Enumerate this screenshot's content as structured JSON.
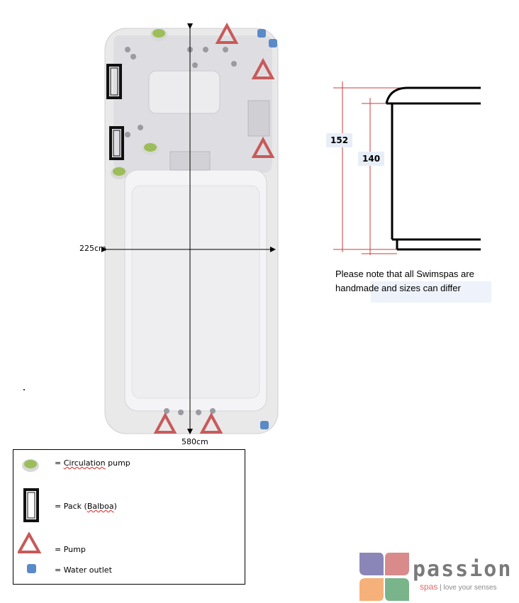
{
  "dimensions": {
    "width": "225cm",
    "length": "580cm"
  },
  "side_profile": {
    "outer_height": "152",
    "inner_height": "140"
  },
  "note": {
    "line1": "Please note that all Swimspas are",
    "line2": "handmade and sizes can differ"
  },
  "legend": {
    "circulation_pump": {
      "prefix": "= ",
      "label": "Circulation",
      "suffix": " pump"
    },
    "pack": {
      "prefix": "= Pack (",
      "label": "Balboa",
      "suffix": ")"
    },
    "pump": "= Pump",
    "water_outlet": "= Water outlet"
  },
  "logo": {
    "name": "passion",
    "sub": "spas",
    "tagline": "love your senses"
  },
  "colors": {
    "circulation_pump": "#9cbe5a",
    "pump": "#c85a5a",
    "water_outlet": "#5a8ac8",
    "dimension_line": "#c83c3c"
  }
}
